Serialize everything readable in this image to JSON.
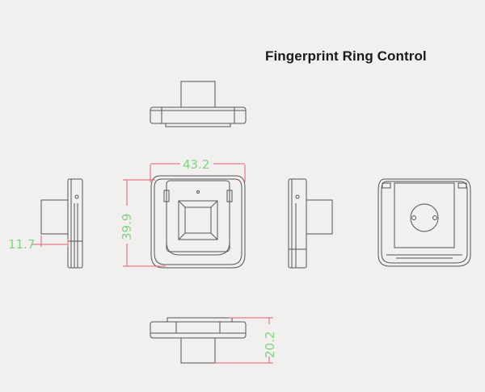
{
  "title": "Fingerprint Ring Control",
  "colors": {
    "background": "#f1f0ee",
    "outline": "#555555",
    "dimension_line": "#e06070",
    "dimension_text": "#7ed37e"
  },
  "dimensions": {
    "width": "43.2",
    "height": "39.9",
    "side_depth": "11.7",
    "total_depth": "20.2"
  },
  "views": [
    "top-view",
    "front-view",
    "left-side-view",
    "right-side-view",
    "back-view",
    "bottom-view"
  ]
}
